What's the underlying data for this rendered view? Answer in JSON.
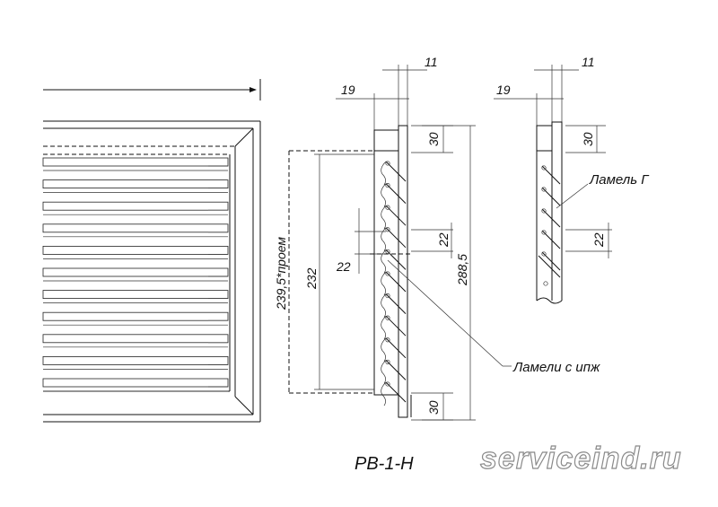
{
  "dimensions": {
    "top_11_middle": "11",
    "top_19_middle": "19",
    "top_11_right": "11",
    "top_19_right": "19",
    "frame_30_top": "30",
    "frame_30_bottom": "30",
    "frame_30_right": "30",
    "pitch_22_left": "22",
    "pitch_22_middle": "22",
    "pitch_22_right": "22",
    "opening": "239,5*проем",
    "inner_height": "232",
    "overall_height": "288,5"
  },
  "callouts": {
    "blade_g": "Ламель Г",
    "blades_ipzh": "Ламели с ипж"
  },
  "title": "РВ-1-Н",
  "watermark": "serviceind.ru"
}
